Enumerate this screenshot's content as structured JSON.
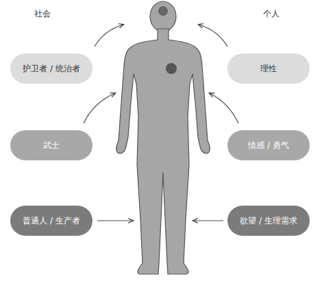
{
  "diagram": {
    "nodes": [
      {
        "text": [
          "护卫者 / 统治者"
        ]
      },
      {
        "text": [
          "理性"
        ]
      },
      {
        "text": [
          "武士"
        ]
      },
      {
        "text": [
          "情感 / 勇气"
        ]
      },
      {
        "text": [
          "普通人 / 生产者"
        ]
      },
      {
        "text": [
          "欲望 / 生理需求"
        ]
      }
    ],
    "labels": [
      "社会",
      "个人"
    ]
  }
}
